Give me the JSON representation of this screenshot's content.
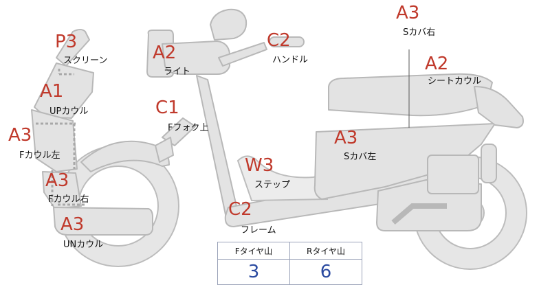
{
  "parts": [
    {
      "code": "P3",
      "name": "スクリーン"
    },
    {
      "code": "A1",
      "name": "UPカウル"
    },
    {
      "code": "A3",
      "name": "Fカウル左"
    },
    {
      "code": "A3",
      "name": "Fカウル右"
    },
    {
      "code": "A3",
      "name": "UNカウル"
    },
    {
      "code": "A2",
      "name": "ライト"
    },
    {
      "code": "C1",
      "name": "Fフォク上"
    },
    {
      "code": "C2",
      "name": "ハンドル"
    },
    {
      "code": "W3",
      "name": "ステップ"
    },
    {
      "code": "C2",
      "name": "フレーム"
    },
    {
      "code": "A3",
      "name": "Sカバ左"
    },
    {
      "code": "A3",
      "name": "Sカバ右"
    },
    {
      "code": "A2",
      "name": "シートカウル"
    }
  ],
  "tires": {
    "headers": [
      "Fタイヤ山",
      "Rタイヤ山"
    ],
    "values": [
      "3",
      "6"
    ]
  },
  "colors": {
    "code": "#c0392b",
    "tire_value": "#2a4aa0",
    "part_fill": "#e3e3e3"
  }
}
